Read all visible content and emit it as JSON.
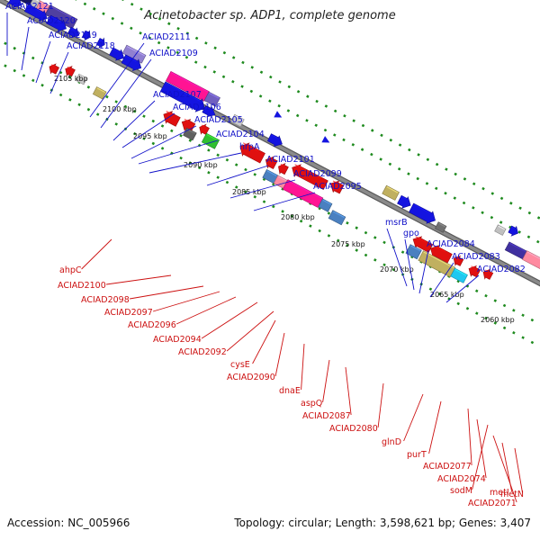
{
  "title": "Acinetobacter sp. ADP1, complete genome",
  "footer": {
    "accession": "Accession: NC_005966",
    "topology": "Topology: circular; Length: 3,598,621 bp; Genes: 3,407"
  },
  "colors": {
    "forward_label": "#1010c8",
    "reverse_label": "#cc1010",
    "backbone": "#8a8a8a",
    "tick_dots": "#1e8a1e",
    "forward_gene": "#1414e0",
    "reverse_gene": "#e01010"
  },
  "kbp_labels": [
    "2105 kbp",
    "2100 kbp",
    "2095 kbp",
    "2090 kbp",
    "2085 kbp",
    "2080 kbp",
    "2075 kbp",
    "2070 kbp",
    "2065 kbp",
    "2060 kbp"
  ],
  "forward_labels": [
    "ACIAD2121",
    "ACIAD2120",
    "ACIAD2119",
    "ACIAD2118",
    "ACIAD2111",
    "ACIAD2109",
    "ACIAD2107",
    "ACIAD2106",
    "ACIAD2105",
    "ACIAD2104",
    "hrpA",
    "ACIAD2101",
    "ACIAD2099",
    "ACIAD2095",
    "msrB",
    "gpo",
    "ACIAD2084",
    "ACIAD2083",
    "ACIAD2082"
  ],
  "reverse_labels": [
    "ahpC",
    "ACIAD2100",
    "ACIAD2098",
    "ACIAD2097",
    "ACIAD2096",
    "ACIAD2094",
    "ACIAD2092",
    "cysE",
    "ACIAD2090",
    "dnaE",
    "aspQ",
    "ACIAD2087",
    "ACIAD2080",
    "glnD",
    "purT",
    "ACIAD2077",
    "ACIAD2074",
    "sodM",
    "ACIAD2071",
    "metI",
    "metN"
  ]
}
